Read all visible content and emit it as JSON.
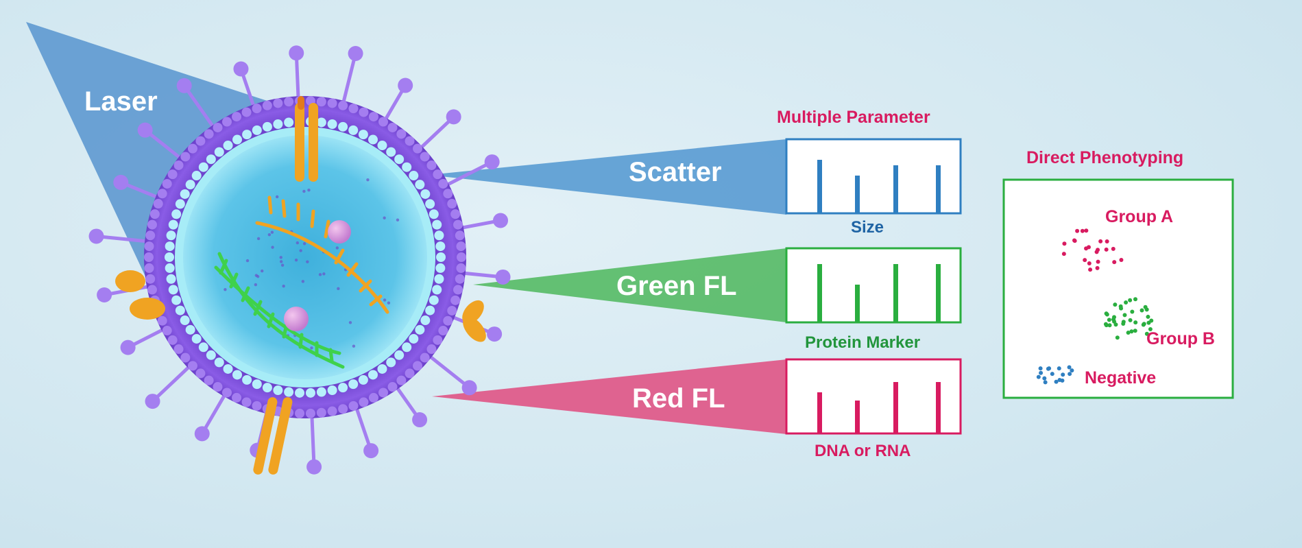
{
  "laser_label": "Laser",
  "header_left": "Multiple Parameter",
  "header_right": "Direct Phenotyping",
  "channels": [
    {
      "name": "Scatter",
      "caption": "Size",
      "bars": [
        0.78,
        0.55,
        0.7,
        0.7
      ],
      "color": "#2f7fc1",
      "beam_color": "#5f9fd4"
    },
    {
      "name": "Green FL",
      "caption": "Protein Marker",
      "bars": [
        0.85,
        0.55,
        0.85,
        0.85
      ],
      "color": "#2aae3f",
      "beam_color": "#5cbd6b"
    },
    {
      "name": "Red FL",
      "caption": "DNA or RNA",
      "bars": [
        0.6,
        0.48,
        0.75,
        0.75
      ],
      "color": "#d81b60",
      "beam_color": "#df5c8a"
    }
  ],
  "phenotype_groups": [
    {
      "label": "Group A",
      "color": "#d81b60"
    },
    {
      "label": "Group B",
      "color": "#2aae3f"
    },
    {
      "label": "Negative",
      "color": "#2f7fc1"
    }
  ],
  "colors": {
    "membrane": "#7b4fd6",
    "membrane_light": "#a47ef0",
    "cytoplasm": "#6cc7e6",
    "protein": "#f0a322",
    "dna_green": "#3fd14b",
    "rna_orange": "#f0a322",
    "nucleolus": "#e59ad6"
  }
}
